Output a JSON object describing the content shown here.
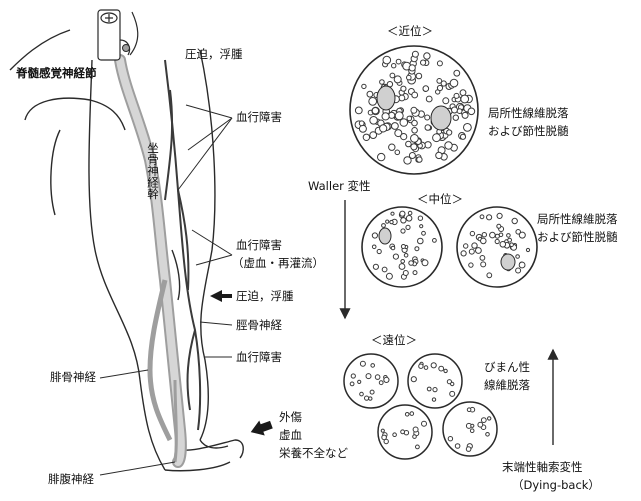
{
  "labels": {
    "drg": "脊髄感覚神経節",
    "compression_top": "圧迫，浮腫",
    "sciatic": "坐骨神経幹",
    "blood_flow_1": "血行障害",
    "blood_flow_2": "血行障害",
    "ischemia": "（虚血・再灌流）",
    "compression_mid": "圧迫，浮腫",
    "tibial": "脛骨神経",
    "blood_flow_3": "血行障害",
    "peroneal": "腓骨神経",
    "trauma_1": "外傷",
    "trauma_2": "虚血",
    "trauma_3": "栄養不全など",
    "sural": "腓腹神経",
    "proximal": "＜近位＞",
    "proximal_note_1": "局所性線維脱落",
    "proximal_note_2": "および節性脱髄",
    "waller": "Waller 変性",
    "middle": "＜中位＞",
    "middle_note_1": "局所性線維脱落",
    "middle_note_2": "および節性脱髄",
    "distal": "＜遠位＞",
    "diffuse_1": "びまん性",
    "diffuse_2": "線維脱落",
    "dying_back_1": "末端性軸索変性",
    "dying_back_2": "（Dying-back）"
  },
  "colors": {
    "line": "#2a2a2a",
    "nerve_gray": "#bdbdbd",
    "vessel": "#3a3a3a",
    "text": "#111111"
  }
}
